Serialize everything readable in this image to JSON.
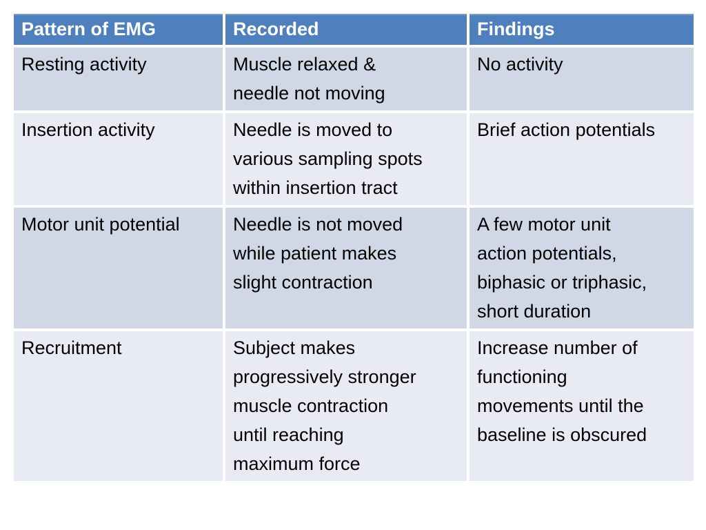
{
  "colors": {
    "header_bg": "#4d80bc",
    "header_text": "#ffffff",
    "band_dark": "#d0d7e5",
    "band_light": "#e8ebf4",
    "body_text": "#000000",
    "grid_line": "#ffffff",
    "page_bg": "#ffffff"
  },
  "table": {
    "headers": [
      "Pattern of EMG",
      "Recorded",
      "Findings"
    ],
    "rows": [
      {
        "cells": [
          "Resting activity",
          "Muscle relaxed &\nneedle not moving",
          "No activity"
        ]
      },
      {
        "cells": [
          "Insertion activity",
          "Needle is moved to\nvarious sampling spots\nwithin insertion tract",
          "Brief action potentials"
        ]
      },
      {
        "cells": [
          "Motor unit potential",
          "Needle is not moved\nwhile patient makes\nslight contraction",
          "A few motor unit\naction potentials,\nbiphasic or triphasic,\nshort duration"
        ]
      },
      {
        "cells": [
          "Recruitment",
          "Subject makes\nprogressively stronger\nmuscle contraction\nuntil reaching\nmaximum force",
          "Increase number of\nfunctioning\nmovements until the\nbaseline is obscured"
        ]
      }
    ]
  }
}
